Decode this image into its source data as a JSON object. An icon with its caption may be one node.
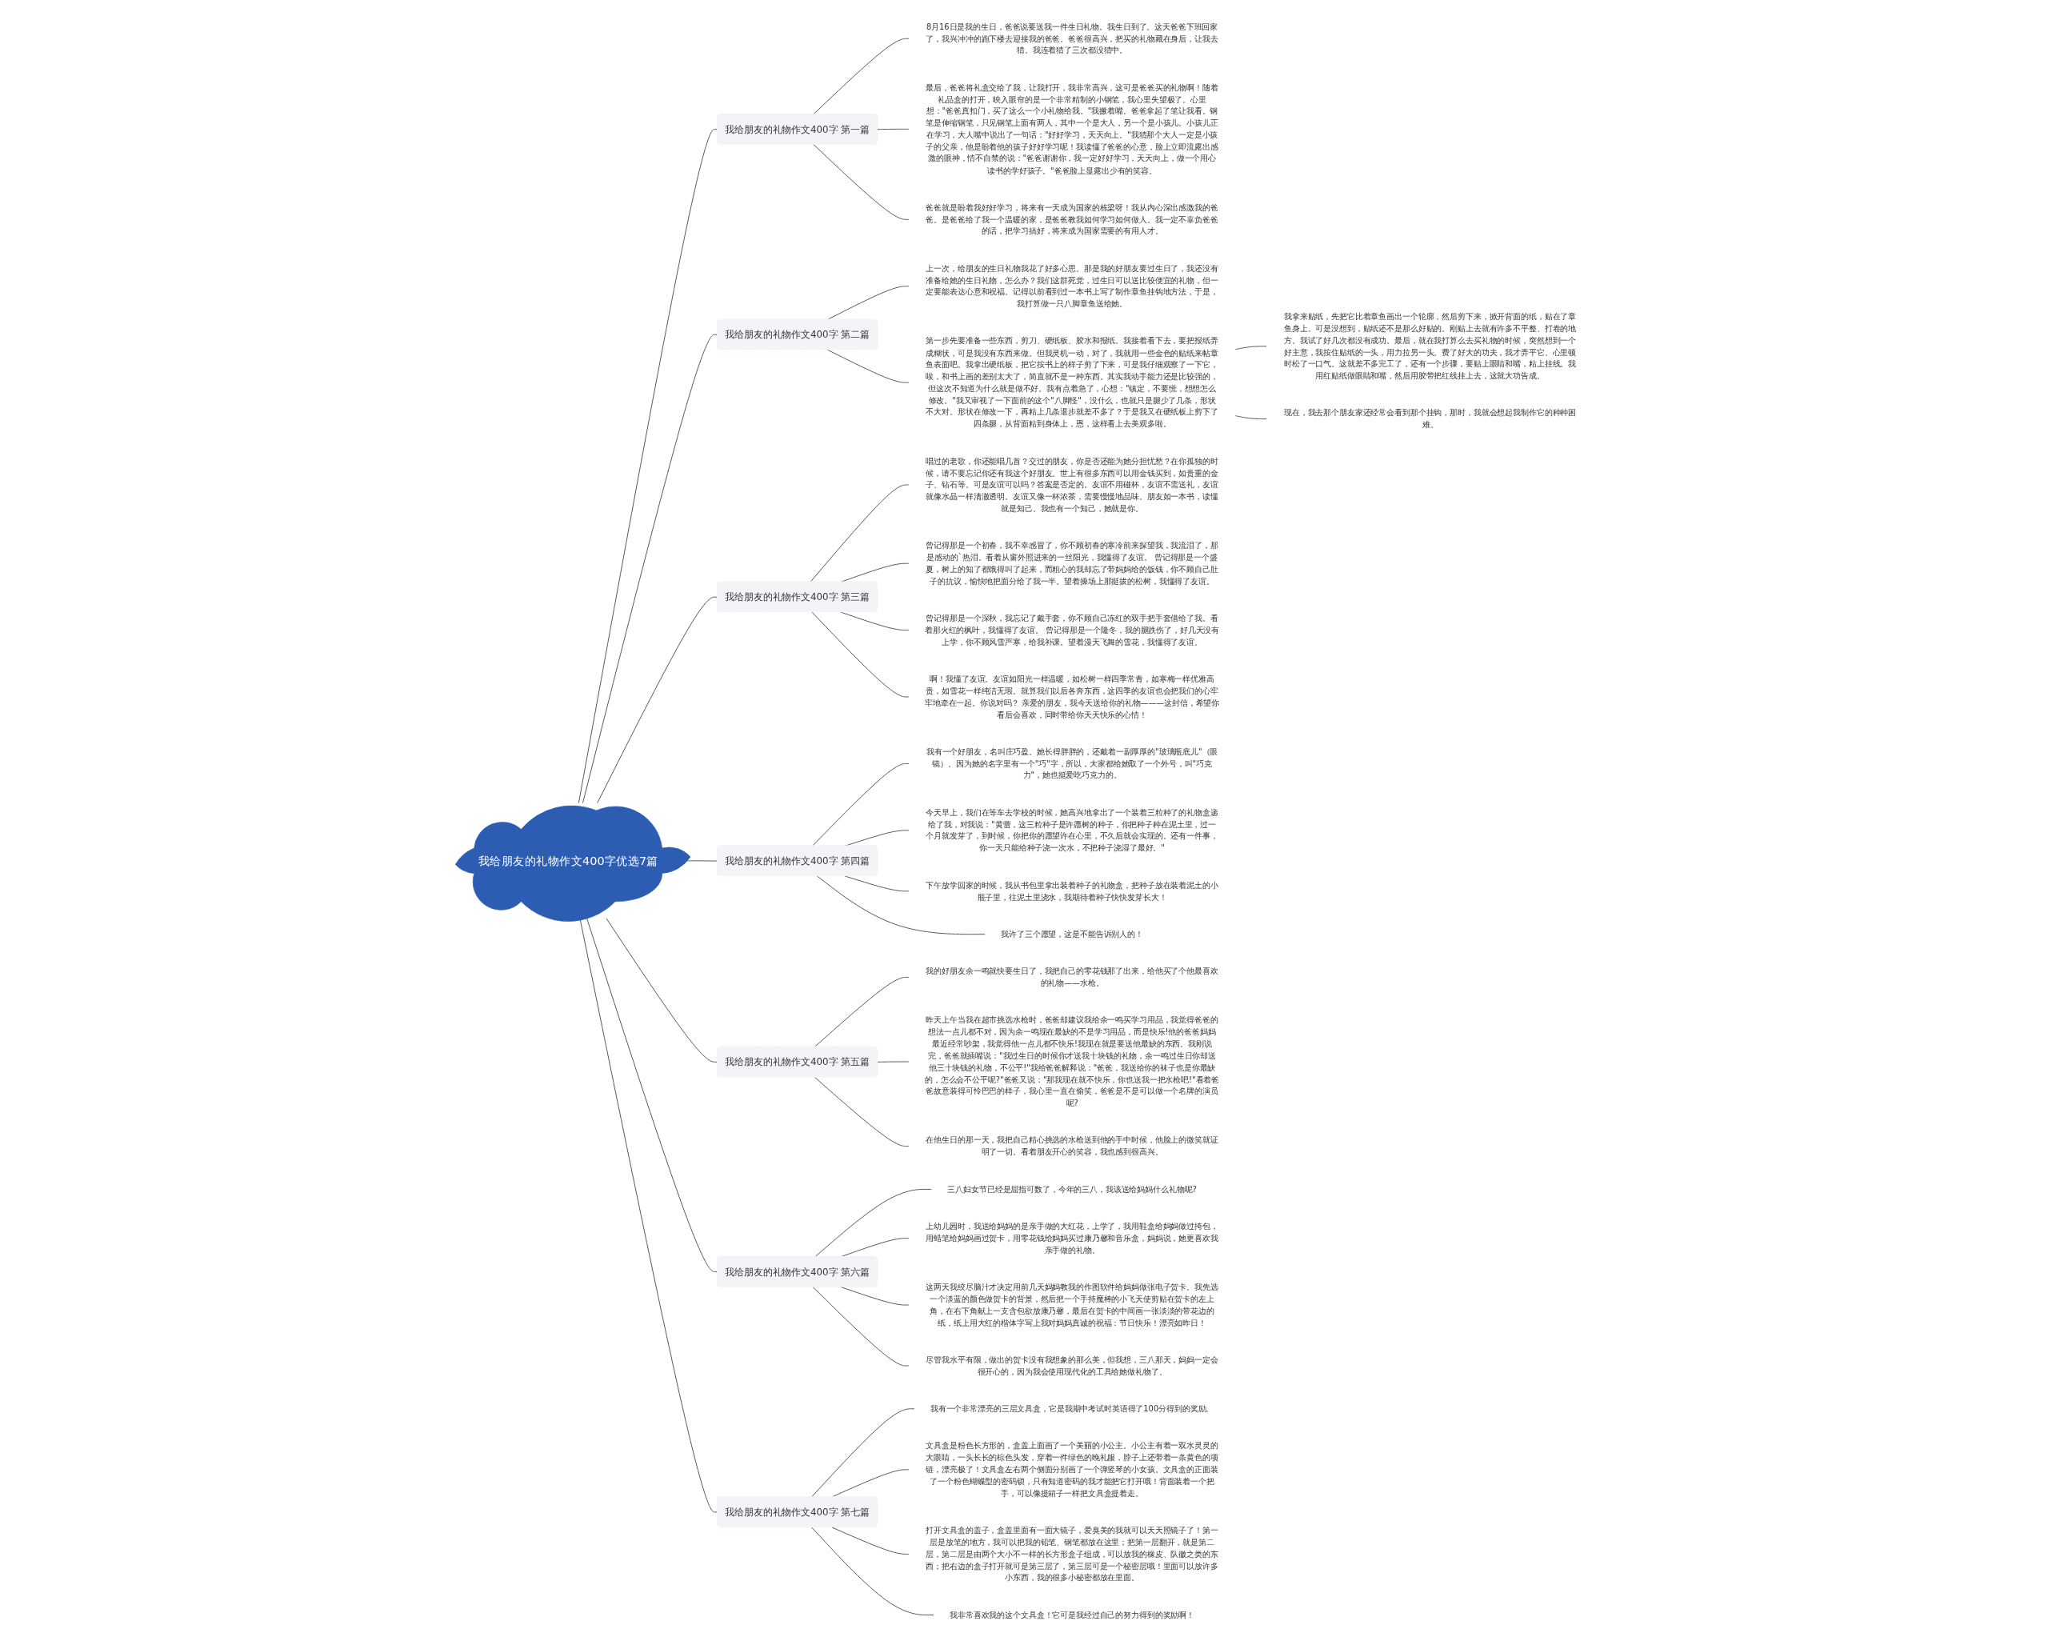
{
  "diagram": {
    "nodes": [
      {
        "text": [
          "我给朋友的礼物作文400字优选7篇"
        ]
      },
      {
        "text": [
          "我给朋友的礼物作文400字 第一篇"
        ]
      },
      {
        "text": [
          "8月16日是我的生日，爸爸说要送我一件生日礼物。我生日到了。这天爸爸下班回家了，我兴冲冲的跑下楼去迎接我的爸爸。爸爸很高兴，把买的礼物藏在身后，让我去猜。我连着猜了三次都没猜中。"
        ]
      },
      {
        "text": [
          "最后，爸爸将礼盒交给了我，让我打开，我非常高兴，这可是爸爸买的礼物啊！随着礼品盒的打开，映入眼帘的是一个非常精制的小钢笔，我心里失望极了。心里想：\"爸爸真扣门，买了这么一个小礼物给我。\"我撅着嘴。爸爸拿起了笔让我看。钢笔是伸缩钢笔，只见钢笔上面有两人，其中一个是大人，另一个是小孩儿。小孩儿正在学习，大人嘴中说出了一句话：\"好好学习，天天向上。\"我猜那个大人一定是小孩子的父亲，他是盼着他的孩子好好学习呢！我读懂了爸爸的心意，脸上立即流露出感激的眼神，情不自禁的说：\"爸爸谢谢你，我一定好好学习，天天向上，做一个用心读书的学好孩子。\"爸爸脸上显露出少有的笑容。"
        ]
      },
      {
        "text": [
          "爸爸就是盼着我好好学习，将来有一天成为国家的栋梁呀！我从内心深出感激我的爸爸。是爸爸给了我一个温暖的家，是爸爸教我如何学习如何做人。我一定不辜负爸爸的话，把学习搞好，将来成为国家需要的有用人才。"
        ]
      },
      {
        "text": [
          "我给朋友的礼物作文400字 第二篇"
        ]
      },
      {
        "text": [
          "上一次，给朋友的生日礼物我花了好多心思。那是我的好朋友要过生日了，我还没有准备给她的生日礼物，怎么办？我们这群死党，过生日可以送比较便宜的礼物，但一定要能表达心意和祝福。记得以前看到过一本书上写了制作章鱼挂钩地方法，于是，我打算做一只八脚章鱼送给她。"
        ]
      },
      {
        "text": [
          "第一步先要准备一些东西，剪刀、硬纸板、胶水和报纸。我接着看下去，要把报纸弄成糊状，可是我没有东西来做。但我灵机一动，对了，我就用一些金色的贴纸来帖章鱼表面吧。我拿出硬纸板，把它按书上的样子剪了下来，可是我仔细观察了一下它，唉，和书上画的差别太大了，简直就不是一种东西。其实我动手能力还是比较强的，但这次不知道为什么就是做不好。我有点着急了，心想：\"镇定，不要慌，想想怎么修改。\"我又审视了一下面前的这个\"八脚怪\"，没什么，也就只是腿少了几条，形状不大对。形状在修改一下，再粘上几条退步就差不多了？于是我又在硬纸板上剪下了四条腿，从背面粘到身体上，恩，这样看上去美观多啦。"
        ]
      },
      {
        "text": [
          "我拿来贴纸，先把它比着章鱼画出一个轮廓，然后剪下来，掀开背面的纸，贴在了章鱼身上。可是没想到，贴纸还不是那么好贴的。刚贴上去就有许多不平整、打卷的地方。我试了好几次都没有成功。最后，就在我打算么去买礼物的时候，突然想到一个好主意，我按住贴纸的一头，用力拉另一头。费了好大的功夫，我才弄平它。心里顿时松了一口气。这就差不多完工了，还有一个步骤，要贴上眼睛和嘴，粘上挂线。我用红贴纸做眼睛和嘴，然后用胶带把红线挂上去，这就大功告成。"
        ]
      },
      {
        "text": [
          "现在，我去那个朋友家还经常会看到那个挂钩，那时，我就会想起我制作它的种种困难。"
        ]
      },
      {
        "text": [
          "我给朋友的礼物作文400字 第三篇"
        ]
      },
      {
        "text": [
          "唱过的老歌，你还能唱几首？交过的朋友，你是否还能为她分担忧愁？在你孤独的时候，请不要忘记你还有我这个好朋友。世上有很多东西可以用金钱买到，如贵重的金子、钻石等。可是友谊可以吗？答案是否定的。友谊不用碰杯，友谊不需送礼，友谊就像水晶一样清澈透明。友谊又像一杯浓茶，需要慢慢地品味。朋友如一本书，读懂就是知己。我也有一个知己，她就是你。"
        ]
      },
      {
        "text": [
          "曾记得那是一个初春，我不幸感冒了，你不顾初春的寒冷前来探望我，我流泪了，那是感动的`热泪。看着从窗外照进来的一丝阳光，我懂得了友谊。 曾记得那是一个盛夏，树上的知了都饿得叫了起来，而粗心的我却忘了带妈妈给的饭钱，你不顾自己肚子的抗议，愉快地把面分给了我一半。望着操场上那挺拔的松树，我懂得了友谊。"
        ]
      },
      {
        "text": [
          "曾记得那是一个深秋，我忘记了戴手套，你不顾自己冻红的双手把手套借给了我。看着那火红的枫叶，我懂得了友谊。 曾记得那是一个隆冬，我的腿跌伤了，好几天没有上学，你不顾风雪严寒，给我补课。望着漫天飞舞的雪花，我懂得了友谊。"
        ]
      },
      {
        "text": [
          "啊！我懂了友谊。友谊如阳光一样温暖，如松树一样四季常青，如寒梅一样优雅高贵，如雪花一样纯洁无瑕。就算我们以后各奔东西，这四季的友谊也会把我们的心牢牢地牵在一起。你说对吗？ 亲爱的朋友，我今天送给你的礼物———这封信，希望你看后会喜欢，同时带给你天天快乐的心情！"
        ]
      },
      {
        "text": [
          "我给朋友的礼物作文400字 第四篇"
        ]
      },
      {
        "text": [
          "我有一个好朋友，名叫庄巧盈。她长得胖胖的，还戴着一副厚厚的\"玻璃瓶底儿\"（眼镜）。因为她的名字里有一个\"巧\"字，所以，大家都给她取了一个外号，叫\"巧克力\"，她也挺爱吃巧克力的。"
        ]
      },
      {
        "text": [
          "今天早上，我们在等车去学校的时候，她高兴地拿出了一个装着三粒种了的礼物盒递给了我，对我说：\"黄蕾，这三粒种子是许愿树的种子，你把种子种在泥土里，过一个月就发芽了，到时候，你把你的愿望许在心里，不久后就会实现的。还有一件事，你一天只能给种子浇一次水，不把种子浇湿了最好。\""
        ]
      },
      {
        "text": [
          "下午放学回家的时候，我从书包里拿出装着种子的礼物盒，把种子放在装着泥土的小瓶子里，往泥土里浇水，我期待着种子快快发芽长大！"
        ]
      },
      {
        "text": [
          "我许了三个愿望，这是不能告诉别人的！"
        ]
      },
      {
        "text": [
          "我给朋友的礼物作文400字 第五篇"
        ]
      },
      {
        "text": [
          "我的好朋友余一鸣就快要生日了，我把自己的零花钱那了出来，给他买了个他最喜欢的礼物——水枪。"
        ]
      },
      {
        "text": [
          "昨天上午当我在超市挑选水枪时，爸爸却建议我给余一鸣买学习用品，我觉得爸爸的想法一点儿都不对，因为余一鸣现在最缺的不是学习用品，而是快乐!他的爸爸妈妈最近经常吵架，我觉得他一点儿都不快乐!我现在就是要送他最缺的东西。我刚说完，爸爸就插嘴说：\"我过生日的时候你才送我十块钱的礼物，余一鸣过生日你却送他三十块钱的礼物，不公平!\"我给爸爸解释说：\"爸爸，我送给你的袜子也是你最缺的，怎么会不公平呢?\"爸爸又说：\"那我现在就不快乐，你也送我一把水枪吧!\"看着爸爸故意装得可怜巴巴的样子，我心里一直在偷笑，爸爸是不是可以做一个名牌的演员呢?"
        ]
      },
      {
        "text": [
          "在他生日的那一天，我把自己精心挑选的水枪送到他的手中时候，他脸上的微笑就证明了一切。看着朋友开心的笑容，我也感到很高兴。"
        ]
      },
      {
        "text": [
          "我给朋友的礼物作文400字 第六篇"
        ]
      },
      {
        "text": [
          "三八妇女节已经是屈指可数了，今年的三八，我该送给妈妈什么礼物呢?"
        ]
      },
      {
        "text": [
          "上幼儿园时，我送给妈妈的是亲手做的大红花，上学了，我用鞋盒给妈妈做过挎包，用蜡笔给妈妈画过贺卡，用零花钱给妈妈买过康乃馨和音乐盒，妈妈说，她更喜欢我亲手做的礼物。"
        ]
      },
      {
        "text": [
          "这两天我绞尽脑汁才决定用前几天妈妈教我的作图软件给妈妈做张电子贺卡。我先选一个淡蓝的颜色做贺卡的背景，然后把一个手持魔棒的小飞天使剪贴在贺卡的左上角，在右下角献上一支含包欲放康乃馨，最后在贺卡的中间画一张淡淡的带花边的纸，纸上用大红的楷体字写上我对妈妈真诚的祝福：节日快乐！漂亮如昨日！"
        ]
      },
      {
        "text": [
          "尽管我水平有限，做出的贺卡没有我想象的那么美，但我想，三八那天，妈妈一定会很开心的，因为我会使用现代化的工具给她做礼物了。"
        ]
      },
      {
        "text": [
          "我给朋友的礼物作文400字 第七篇"
        ]
      },
      {
        "text": [
          "我有一个非常漂亮的三层文具盒，它是我期中考试时英语得了100分得到的奖励。"
        ]
      },
      {
        "text": [
          "文具盒是粉色长方形的，盒盖上面画了一个美丽的小公主。小公主有着一双水灵灵的大眼睛，一头长长的棕色头发，穿着一件绿色的晚礼服，脖子上还带着一条黄色的项链，漂亮极了！文具盒左右两个侧面分别画了一个弹竖琴的小女孩。文具盒的正面装了一个粉色蝴蝶型的密码锁，只有知道密码的我才能把它打开哦！背面装着一个把手，可以像提箱子一样把文具盒提着走。"
        ]
      },
      {
        "text": [
          "打开文具盒的盖子，盒盖里面有一面大镜子，爱臭美的我就可以天天照镜子了！第一层是放笔的地方，我可以把我的铅笔、钢笔都放在这里；把第一层翻开，就是第二层，第二层是由两个大小不一样的长方形盒子组成，可以放我的橡皮、队徽之类的东西；把右边的盒子打开就可是第三层了，第三层可是一个秘密层哦！里面可以放许多小东西，我的很多小秘密都放在里面。"
        ]
      },
      {
        "text": [
          "我非常喜欢我的这个文具盒！它可是我经过自己的努力得到的奖励啊！"
        ]
      }
    ],
    "edges": [
      {
        "from": 0,
        "to": 1,
        "arrow": "none"
      },
      {
        "from": 1,
        "to": 2,
        "arrow": "none"
      },
      {
        "from": 1,
        "to": 3,
        "arrow": "none"
      },
      {
        "from": 1,
        "to": 4,
        "arrow": "none"
      },
      {
        "from": 0,
        "to": 5,
        "arrow": "none"
      },
      {
        "from": 5,
        "to": 6,
        "arrow": "none"
      },
      {
        "from": 5,
        "to": 7,
        "arrow": "none"
      },
      {
        "from": 7,
        "to": 8,
        "arrow": "none"
      },
      {
        "from": 7,
        "to": 9,
        "arrow": "none"
      },
      {
        "from": 0,
        "to": 10,
        "arrow": "none"
      },
      {
        "from": 10,
        "to": 11,
        "arrow": "none"
      },
      {
        "from": 10,
        "to": 12,
        "arrow": "none"
      },
      {
        "from": 10,
        "to": 13,
        "arrow": "none"
      },
      {
        "from": 10,
        "to": 14,
        "arrow": "none"
      },
      {
        "from": 0,
        "to": 15,
        "arrow": "none"
      },
      {
        "from": 15,
        "to": 16,
        "arrow": "none"
      },
      {
        "from": 15,
        "to": 17,
        "arrow": "none"
      },
      {
        "from": 15,
        "to": 18,
        "arrow": "none"
      },
      {
        "from": 15,
        "to": 19,
        "arrow": "none"
      },
      {
        "from": 0,
        "to": 20,
        "arrow": "none"
      },
      {
        "from": 20,
        "to": 21,
        "arrow": "none"
      },
      {
        "from": 20,
        "to": 22,
        "arrow": "none"
      },
      {
        "from": 20,
        "to": 23,
        "arrow": "none"
      },
      {
        "from": 0,
        "to": 24,
        "arrow": "none"
      },
      {
        "from": 24,
        "to": 25,
        "arrow": "none"
      },
      {
        "from": 24,
        "to": 26,
        "arrow": "none"
      },
      {
        "from": 24,
        "to": 27,
        "arrow": "none"
      },
      {
        "from": 24,
        "to": 28,
        "arrow": "none"
      },
      {
        "from": 0,
        "to": 29,
        "arrow": "none"
      },
      {
        "from": 29,
        "to": 30,
        "arrow": "none"
      },
      {
        "from": 29,
        "to": 31,
        "arrow": "none"
      },
      {
        "from": 29,
        "to": 32,
        "arrow": "none"
      },
      {
        "from": 29,
        "to": 33,
        "arrow": "none"
      }
    ]
  }
}
